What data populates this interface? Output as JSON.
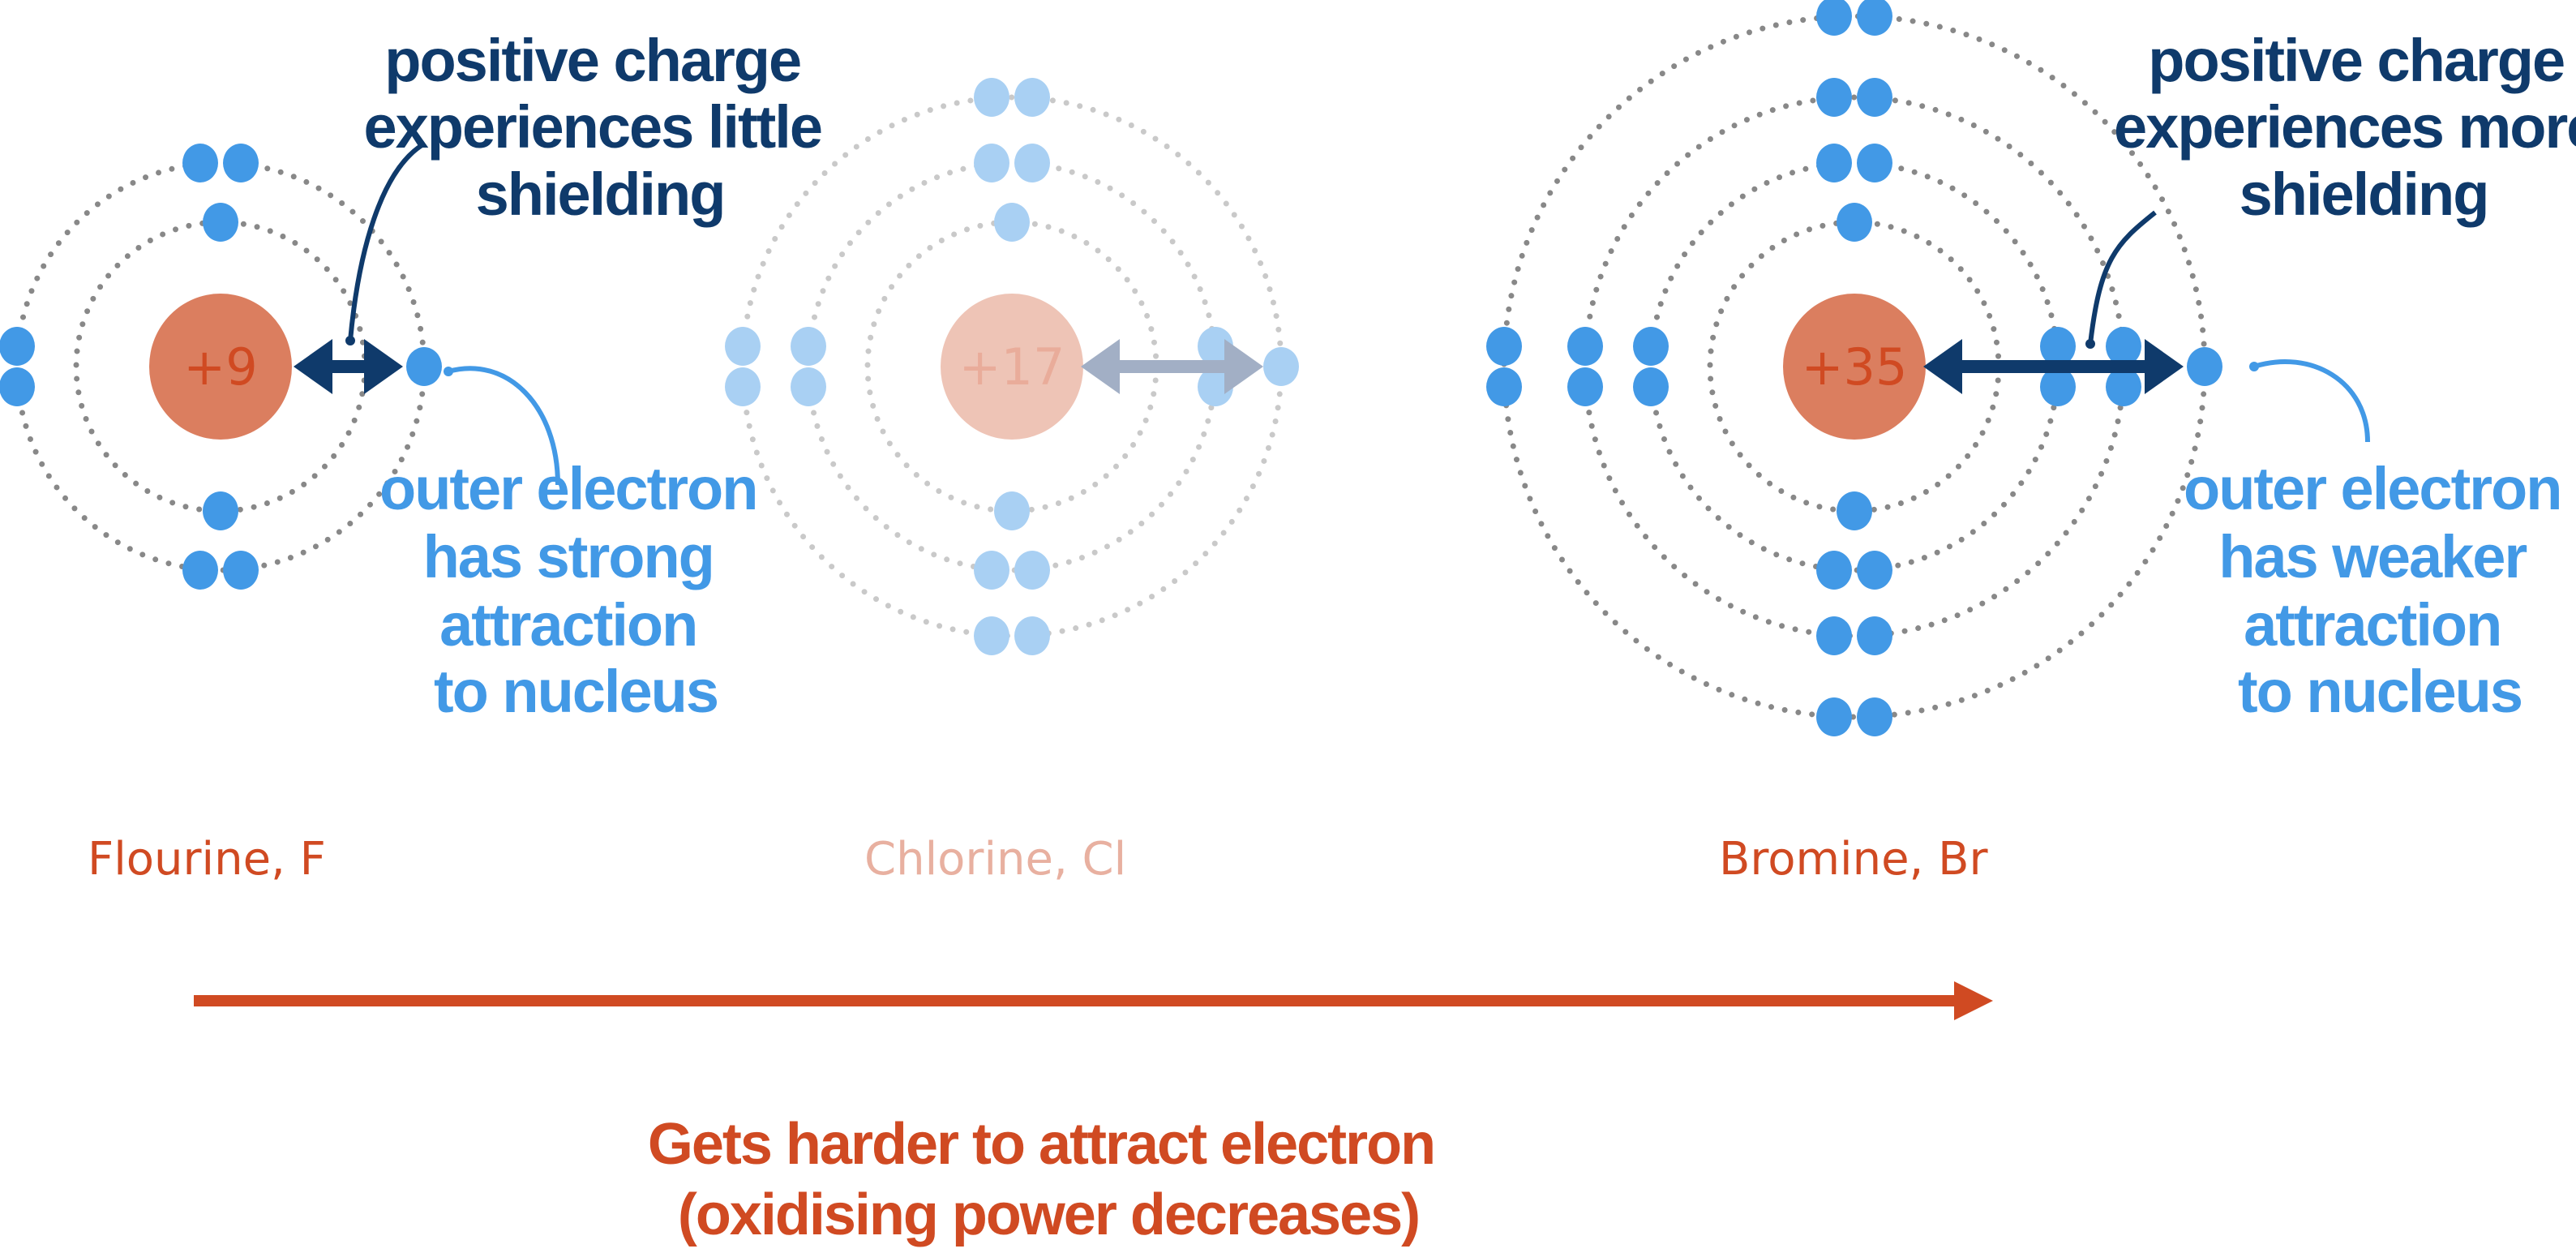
{
  "colors": {
    "electron": "#4299e6",
    "nucleus": "#db7e5f",
    "nucleus_text": "#d04a22",
    "navy": "#0f3a6b",
    "orbit": "#888888",
    "label": "#d04a22",
    "label_faded": "#e8b0a0",
    "blue_text": "#4299e6",
    "arrow_main": "#d04a22"
  },
  "atoms": [
    {
      "name": "Flourine, F",
      "charge": "+9",
      "faded": false,
      "shells": [
        2,
        7
      ]
    },
    {
      "name": "Chlorine, Cl",
      "charge": "+17",
      "faded": true,
      "shells": [
        2,
        8,
        7
      ]
    },
    {
      "name": "Bromine, Br",
      "charge": "+35",
      "faded": false,
      "shells": [
        2,
        8,
        8,
        7
      ]
    }
  ],
  "annotations": {
    "fluorine_shielding": [
      "positive charge",
      "experiences little",
      "shielding"
    ],
    "fluorine_attraction": [
      "outer electron",
      "has strong",
      "attraction",
      "to nucleus"
    ],
    "bromine_shielding": [
      "positive charge",
      "experiences more",
      "shielding"
    ],
    "bromine_attraction": [
      "outer electron",
      "has weaker",
      "attraction",
      "to nucleus"
    ]
  },
  "trend": {
    "line1": "Gets harder to attract electron",
    "line2": "(oxidising power decreases)"
  }
}
